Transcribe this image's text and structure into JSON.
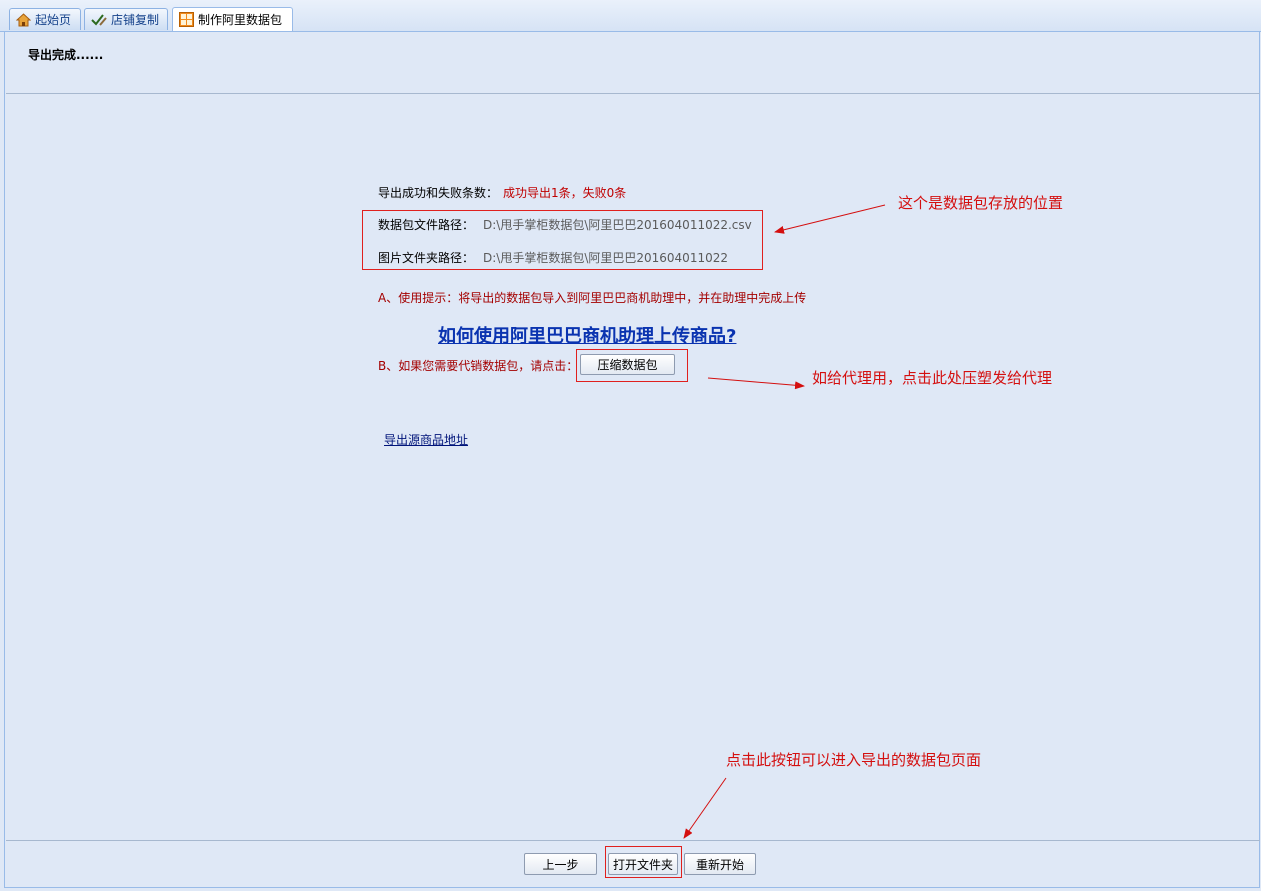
{
  "tabs": [
    {
      "label": "起始页",
      "icon": "home-icon"
    },
    {
      "label": "店铺复制",
      "icon": "checkmark-pencil-icon"
    },
    {
      "label": "制作阿里数据包",
      "icon": "package-icon",
      "active": true
    }
  ],
  "status_title": "导出完成......",
  "result": {
    "count_label": "导出成功和失败条数：",
    "count_value": "成功导出1条，失败0条",
    "package_path_label": "数据包文件路径：",
    "package_path_value": "D:\\甩手掌柜数据包\\阿里巴巴201604011022.csv",
    "image_folder_label": "图片文件夹路径：",
    "image_folder_value": "D:\\甩手掌柜数据包\\阿里巴巴201604011022"
  },
  "hint_a": "A、使用提示：将导出的数据包导入到阿里巴巴商机助理中，并在助理中完成上传",
  "help_link": "如何使用阿里巴巴商机助理上传商品?",
  "hint_b": "B、如果您需要代销数据包，请点击：",
  "compress_button": "压缩数据包",
  "export_source_link": "导出源商品地址",
  "annotations": {
    "package_location": "这个是数据包存放的位置",
    "agent_compress": "如给代理用，点击此处压塑发给代理",
    "open_folder_note": "点击此按钮可以进入导出的数据包页面"
  },
  "footer_buttons": {
    "prev": "上一步",
    "open_folder": "打开文件夹",
    "restart": "重新开始"
  },
  "colors": {
    "annotation_red": "#d40f0f",
    "link_blue": "#0a33b0",
    "background": "#dfe8f6"
  }
}
